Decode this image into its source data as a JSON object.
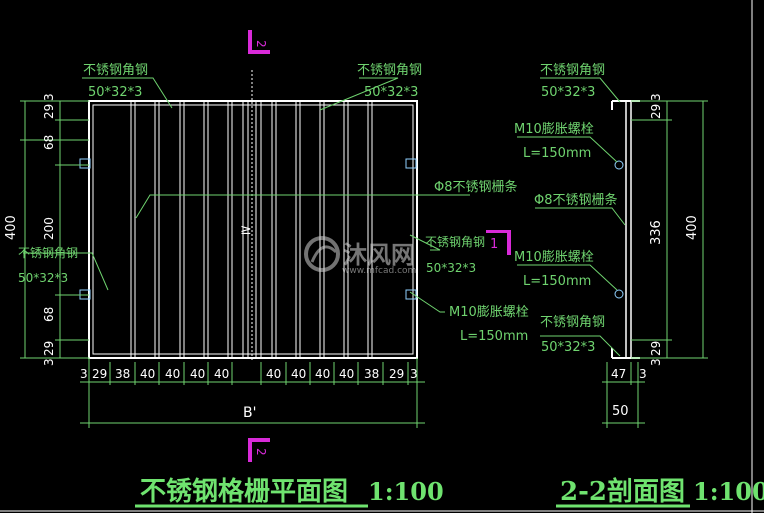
{
  "section_mark": "2",
  "section_mark_right": "1",
  "plan": {
    "title": "不锈钢格栅平面图",
    "scale": "1:100",
    "angle_steel": "不锈钢角钢",
    "angle_size": "50*32*3",
    "grate_bar": "Φ8不锈钢栅条",
    "bolt": "M10膨胀螺栓",
    "bolt_len": "L=150mm",
    "overlay_a": "不锈钢角钢",
    "overlay_b": "50*32*3",
    "width_label": "B'",
    "top_dims": [
      "400"
    ],
    "left_dims": [
      "29",
      "3",
      "68",
      "200",
      "68",
      "3",
      "29"
    ],
    "bottom_dims": [
      "3",
      "29",
      "38",
      "40",
      "40",
      "40",
      "40",
      "40",
      "40",
      "40",
      "40",
      "38",
      "29",
      "3"
    ]
  },
  "section": {
    "title": "2-2剖面图",
    "scale": "1:100",
    "angle_steel": "不锈钢角钢",
    "angle_size": "50*32*3",
    "bolt": "M10膨胀螺栓",
    "bolt_len": "L=150mm",
    "grate_bar": "Φ8不锈钢栅条",
    "right_dims": [
      "29",
      "3",
      "336",
      "3",
      "29"
    ],
    "overall": "400",
    "bottom_dims": [
      "47",
      "3"
    ],
    "overall_bottom": "50"
  },
  "watermark": {
    "brand": "沐风网",
    "url": "www.mfcad.com"
  },
  "colors": {
    "background": "#000000",
    "annotation": "#6fd36f",
    "outline": "#ffffff",
    "section_mark": "#d92ad9"
  }
}
